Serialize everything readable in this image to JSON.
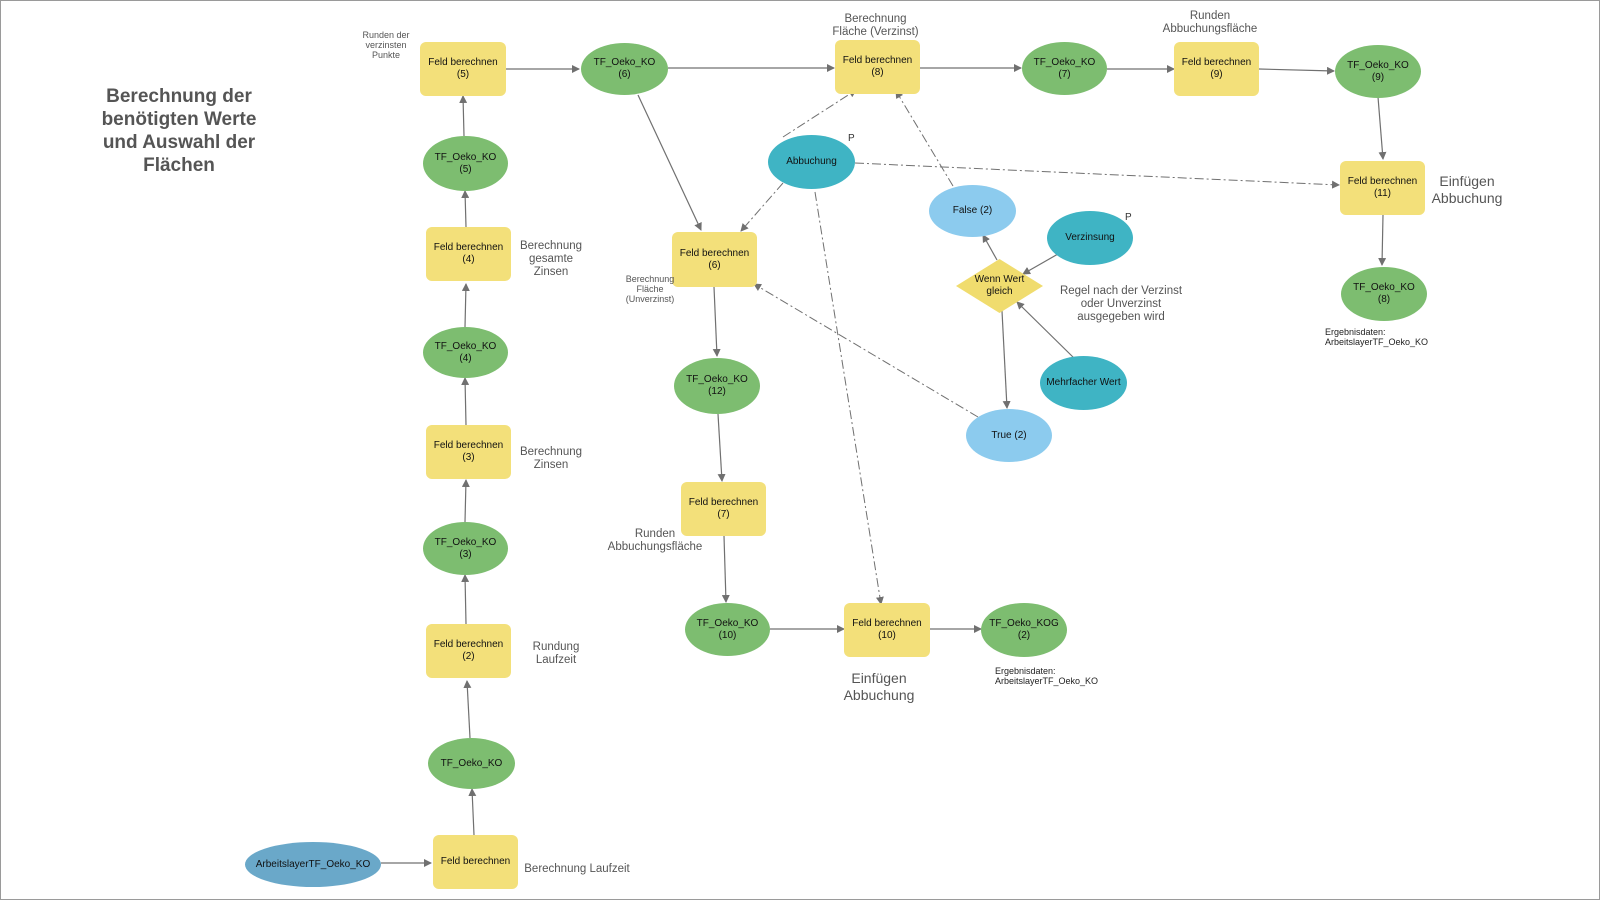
{
  "title": [
    "Berechnung der",
    "benötigten Werte",
    "und Auswahl der",
    "Flächen"
  ],
  "nodes": {
    "in_arbeitslayer": [
      "ArbeitslayerTF_Oeko_KO"
    ],
    "feld_lz": [
      "Feld berechnen"
    ],
    "tf_oeko_ko": [
      "TF_Oeko_KO"
    ],
    "feld_2": [
      "Feld berechnen",
      "(2)"
    ],
    "tf_3": [
      "TF_Oeko_KO",
      "(3)"
    ],
    "feld_3": [
      "Feld berechnen",
      "(3)"
    ],
    "tf_4": [
      "TF_Oeko_KO",
      "(4)"
    ],
    "feld_4": [
      "Feld berechnen",
      "(4)"
    ],
    "tf_5": [
      "TF_Oeko_KO",
      "(5)"
    ],
    "feld_5": [
      "Feld berechnen",
      "(5)"
    ],
    "tf_6": [
      "TF_Oeko_KO",
      "(6)"
    ],
    "feld_6": [
      "Feld berechnen",
      "(6)"
    ],
    "tf_12": [
      "TF_Oeko_KO",
      "(12)"
    ],
    "feld_7": [
      "Feld berechnen",
      "(7)"
    ],
    "tf_10": [
      "TF_Oeko_KO",
      "(10)"
    ],
    "feld_10": [
      "Feld berechnen",
      "(10)"
    ],
    "tf_kog2": [
      "TF_Oeko_KOG",
      "(2)"
    ],
    "feld_8": [
      "Feld berechnen",
      "(8)"
    ],
    "tf_7": [
      "TF_Oeko_KO",
      "(7)"
    ],
    "feld_9": [
      "Feld berechnen",
      "(9)"
    ],
    "tf_9": [
      "TF_Oeko_KO",
      "(9)"
    ],
    "feld_11": [
      "Feld berechnen",
      "(11)"
    ],
    "tf_8": [
      "TF_Oeko_KO",
      "(8)"
    ],
    "abbuchung": [
      "Abbuchung"
    ],
    "false2": [
      "False (2)"
    ],
    "verzinsung": [
      "Verzinsung"
    ],
    "wenn": [
      "Wenn Wert",
      "gleich"
    ],
    "mehrfach": [
      "Mehrfacher Wert"
    ],
    "true2": [
      "True (2)"
    ]
  },
  "param_marker": "P",
  "labels": {
    "runden_verzinst": [
      "Runden der",
      "verzinsten",
      "Punkte"
    ],
    "berechnung_zinsen_ges": [
      "Berechnung",
      "gesamte",
      "Zinsen"
    ],
    "berechnung_zinsen": [
      "Berechnung",
      "Zinsen"
    ],
    "rundung_laufzeit": [
      "Rundung",
      "Laufzeit"
    ],
    "berechnung_laufzeit": [
      "Berechnung Laufzeit"
    ],
    "flaeche_unverzinst": [
      "Berechnung",
      "Fläche",
      "(Unverzinst)"
    ],
    "runden_abb_1": [
      "Runden",
      "Abbuchungsfläche"
    ],
    "einfuegen_abb_1": [
      "Einfügen",
      "Abbuchung"
    ],
    "ergebnis_1": [
      "Ergebnisdaten:",
      "ArbeitslayerTF_Oeko_KO"
    ],
    "flaeche_verzinst": [
      "Berechnung",
      "Fläche (Verzinst)"
    ],
    "runden_abb_2": [
      "Runden",
      "Abbuchungsfläche"
    ],
    "einfuegen_abb_2": [
      "Einfügen",
      "Abbuchung"
    ],
    "ergebnis_2": [
      "Ergebnisdaten:",
      "ArbeitslayerTF_Oeko_KO"
    ],
    "regel": [
      "Regel nach der Verzinst",
      "oder Unverzinst",
      "ausgegeben wird"
    ]
  },
  "colors": {
    "process": "#f3e07a",
    "data": "#7dbd70",
    "input": "#6aa8c9",
    "parameter": "#3fb4c4",
    "boolean": "#8ccbee",
    "condition": "#f0dc6e",
    "edge": "#707070"
  }
}
